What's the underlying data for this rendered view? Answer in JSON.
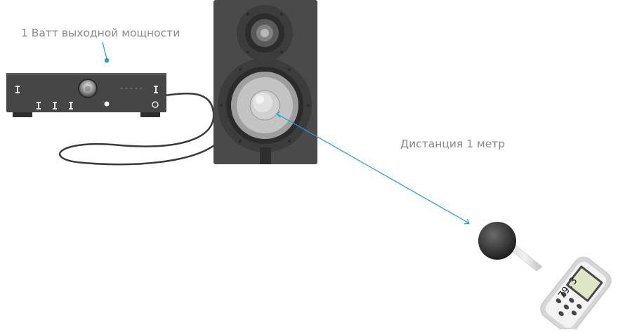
{
  "labels": {
    "power": "1 Ватт выходной мощности",
    "distance": "Дистанция 1 метр"
  },
  "meter": {
    "reading": "79.3"
  },
  "colors": {
    "accent": "#1aa0d8",
    "text": "#8a8a8a",
    "device_dark": "#3a3a3a",
    "device_mid": "#4d4d4d",
    "cone_light": "#bdbdbd"
  }
}
